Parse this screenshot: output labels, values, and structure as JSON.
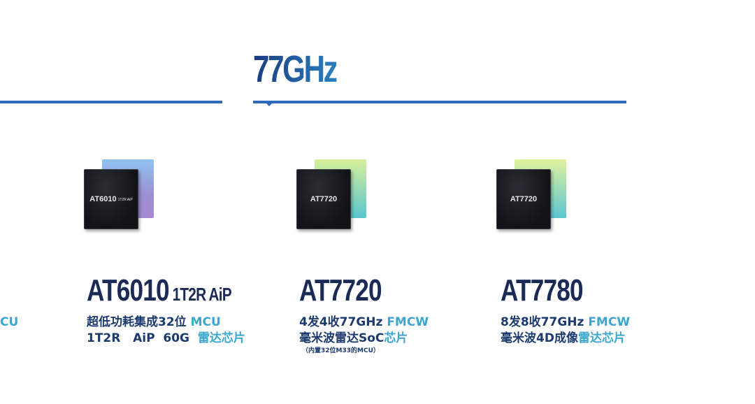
{
  "section": {
    "title": "77GHz"
  },
  "edge": {
    "left_fragment": "CU"
  },
  "products": [
    {
      "chip_label": "AT6010",
      "chip_sublabel": "1T2R AiP",
      "name": "AT6010",
      "name_suffix": "1T2R AiP",
      "line1_a": "超低功耗集成32位 ",
      "line1_b": "MCU",
      "line2_a": "1T2R   AiP  60G  ",
      "line2_b": "雷达芯片"
    },
    {
      "chip_label": "AT7720",
      "name": "AT7720",
      "line1_a": "4发4收77GHz ",
      "line1_b": "FMCW",
      "line2_a": "毫米波雷达SoC",
      "line2_b": "芯片",
      "note": "（内置32位M33的MCU）"
    },
    {
      "chip_label": "AT7720",
      "name": "AT7780",
      "line1_a": "8发8收77GHz ",
      "line1_b": "FMCW",
      "line2_a": "毫米波4D成像",
      "line2_b": "雷达芯片"
    }
  ],
  "colors": {
    "rule": "#2f6bbb",
    "title_dark": "#1c2a56",
    "desc_dark": "#1c3a6e",
    "highlight": "#3ba6d0"
  }
}
